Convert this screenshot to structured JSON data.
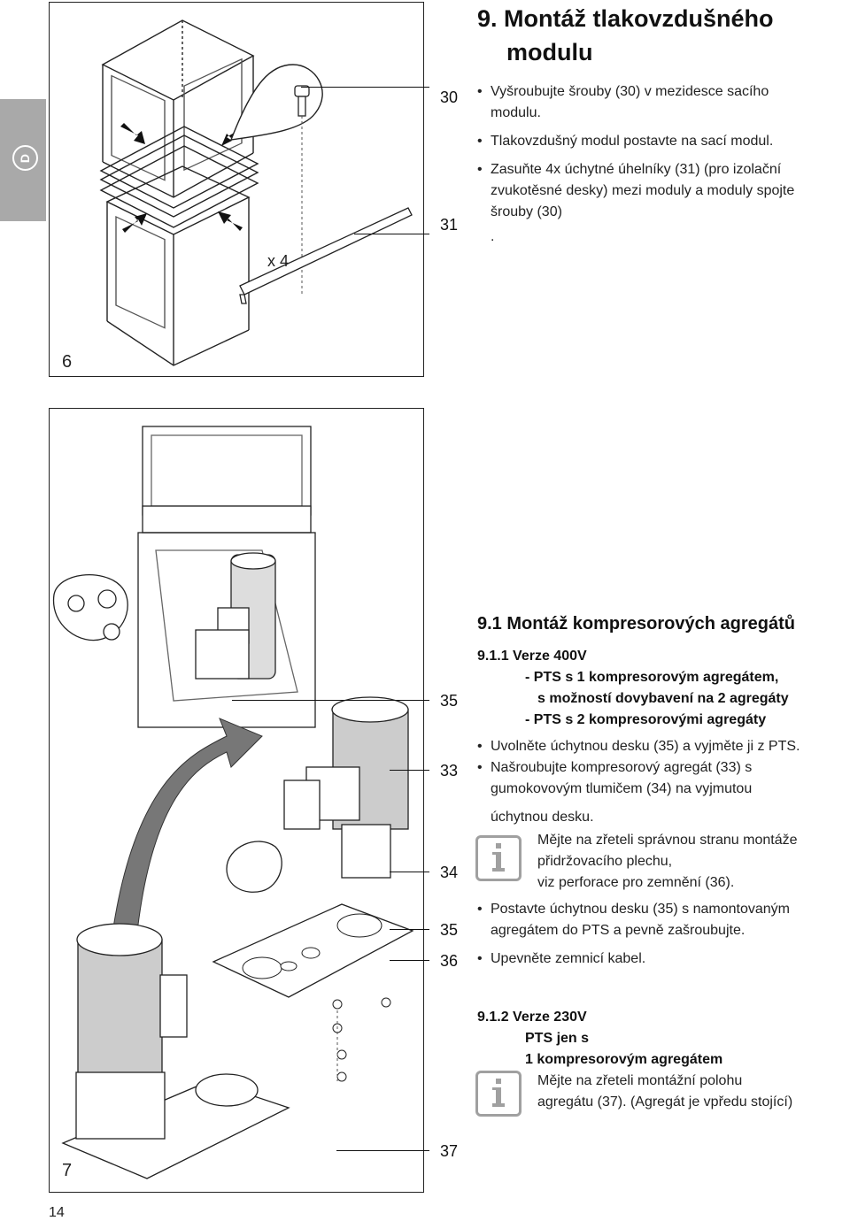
{
  "side_tab": {
    "label": "D"
  },
  "section9": {
    "title_line1": "9. Montáž tlakovzdušného",
    "title_line2": "modulu",
    "bullets": [
      [
        "Vyšroubujte šrouby (30) v mezidesce sacího",
        "modulu."
      ],
      [
        "Tlakovzdušný modul postavte na sací modul."
      ],
      [
        "Zasuňte 4x úchytné úhelníky (31) (pro izolační",
        "zvukotěsné desky) mezi moduly a moduly spojte",
        "šrouby (30)"
      ]
    ],
    "stray_dot": "."
  },
  "figure6": {
    "number": "6",
    "multiplier": "x 4",
    "callouts": [
      "30",
      "31"
    ]
  },
  "figure7": {
    "number": "7",
    "callouts": [
      "35",
      "33",
      "34",
      "35",
      "36",
      "37"
    ]
  },
  "section91": {
    "title": "9.1 Montáž kompresorových agregátů",
    "sub1": {
      "line1": "9.1.1  Verze 400V",
      "line2": "- PTS s 1 kompresorovým agregátem,",
      "line3": "s možností dovybavení na 2 agregáty",
      "line4": "- PTS s 2 kompresorovými agregáty"
    },
    "bullets_a": [
      [
        "Uvolněte úchytnou desku (35) a vyjměte ji z PTS."
      ],
      [
        "Našroubujte kompresorový agregát (33)  s",
        "gumokovovým tlumičem (34) na vyjmutou"
      ]
    ],
    "continuation": "úchytnou desku.",
    "info1": [
      "Mějte na zřeteli správnou stranu montáže",
      "přidržovacího plechu,",
      "viz perforace pro zemnění (36)."
    ],
    "bullets_b": [
      [
        "Postavte úchytnou desku (35) s namontovaným",
        "agregátem do PTS a pevně zašroubujte."
      ],
      [
        "Upevněte zemnicí kabel."
      ]
    ],
    "sub2": {
      "line1": "9.1.2  Verze 230V",
      "line2": "PTS jen s",
      "line3": "1 kompresorovým agregátem"
    },
    "info2": [
      "Mějte na zřeteli montážní polohu",
      "agregátu (37). (Agregát je vpředu stojící)"
    ]
  },
  "page_number": "14"
}
